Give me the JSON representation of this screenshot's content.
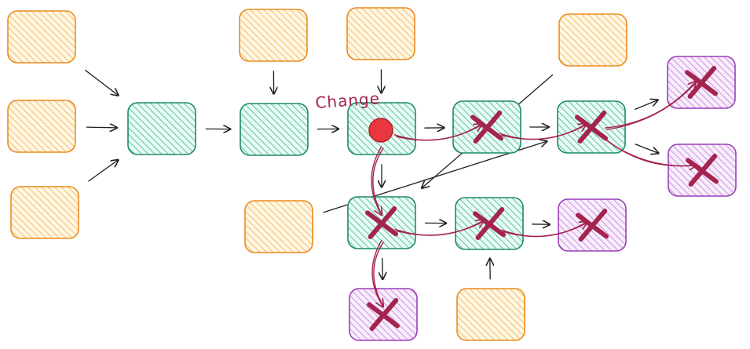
{
  "annotation": {
    "label": "Change"
  },
  "colors": {
    "input_fill": "#ffe2a8",
    "input_stroke": "#ec8a1e",
    "step_fill": "#a8e6d0",
    "step_stroke": "#1d8a67",
    "output_fill": "#e3b8ee",
    "output_stroke": "#9a3fb8",
    "invalid_mark": "#a3244f",
    "change_dot": "#e8373f",
    "arrow": "#1e1e1e"
  },
  "nodes": [
    {
      "id": "in1",
      "kind": "input"
    },
    {
      "id": "in2",
      "kind": "input"
    },
    {
      "id": "in3",
      "kind": "input"
    },
    {
      "id": "in4",
      "kind": "input"
    },
    {
      "id": "in5",
      "kind": "input"
    },
    {
      "id": "in6",
      "kind": "input"
    },
    {
      "id": "in7",
      "kind": "input"
    },
    {
      "id": "in8",
      "kind": "input"
    },
    {
      "id": "s1",
      "kind": "step",
      "invalidated": false
    },
    {
      "id": "s2",
      "kind": "step",
      "invalidated": false
    },
    {
      "id": "s3",
      "kind": "step",
      "changed": true
    },
    {
      "id": "s4",
      "kind": "step",
      "invalidated": true
    },
    {
      "id": "s5",
      "kind": "step",
      "invalidated": true
    },
    {
      "id": "s6",
      "kind": "step",
      "invalidated": true
    },
    {
      "id": "s7",
      "kind": "step",
      "invalidated": true
    },
    {
      "id": "o1",
      "kind": "output",
      "invalidated": true
    },
    {
      "id": "o2",
      "kind": "output",
      "invalidated": true
    },
    {
      "id": "o3",
      "kind": "output",
      "invalidated": true
    },
    {
      "id": "o4",
      "kind": "output",
      "invalidated": true
    }
  ],
  "edges": [
    {
      "from": "in1",
      "to": "s1"
    },
    {
      "from": "in2",
      "to": "s1"
    },
    {
      "from": "in3",
      "to": "s1"
    },
    {
      "from": "s1",
      "to": "s2"
    },
    {
      "from": "in4",
      "to": "s2"
    },
    {
      "from": "in5",
      "to": "s3"
    },
    {
      "from": "s2",
      "to": "s3"
    },
    {
      "from": "s3",
      "to": "s4"
    },
    {
      "from": "s3",
      "to": "s6"
    },
    {
      "from": "s4",
      "to": "s5"
    },
    {
      "from": "in6",
      "to": "s5"
    },
    {
      "from": "in8",
      "to": "s6"
    },
    {
      "from": "s6",
      "to": "s7"
    },
    {
      "from": "s6",
      "to": "o4"
    },
    {
      "from": "in7",
      "to": "s7"
    },
    {
      "from": "s7",
      "to": "o3"
    },
    {
      "from": "s5",
      "to": "o1"
    },
    {
      "from": "s5",
      "to": "o2"
    }
  ],
  "propagation": [
    {
      "from": "s3",
      "to": "s4"
    },
    {
      "from": "s3",
      "to": "s6"
    },
    {
      "from": "s4",
      "to": "s5"
    },
    {
      "from": "s5",
      "to": "o1"
    },
    {
      "from": "s5",
      "to": "o2"
    },
    {
      "from": "s6",
      "to": "o4"
    },
    {
      "from": "s6",
      "to": "s7"
    },
    {
      "from": "s7",
      "to": "o3"
    }
  ]
}
